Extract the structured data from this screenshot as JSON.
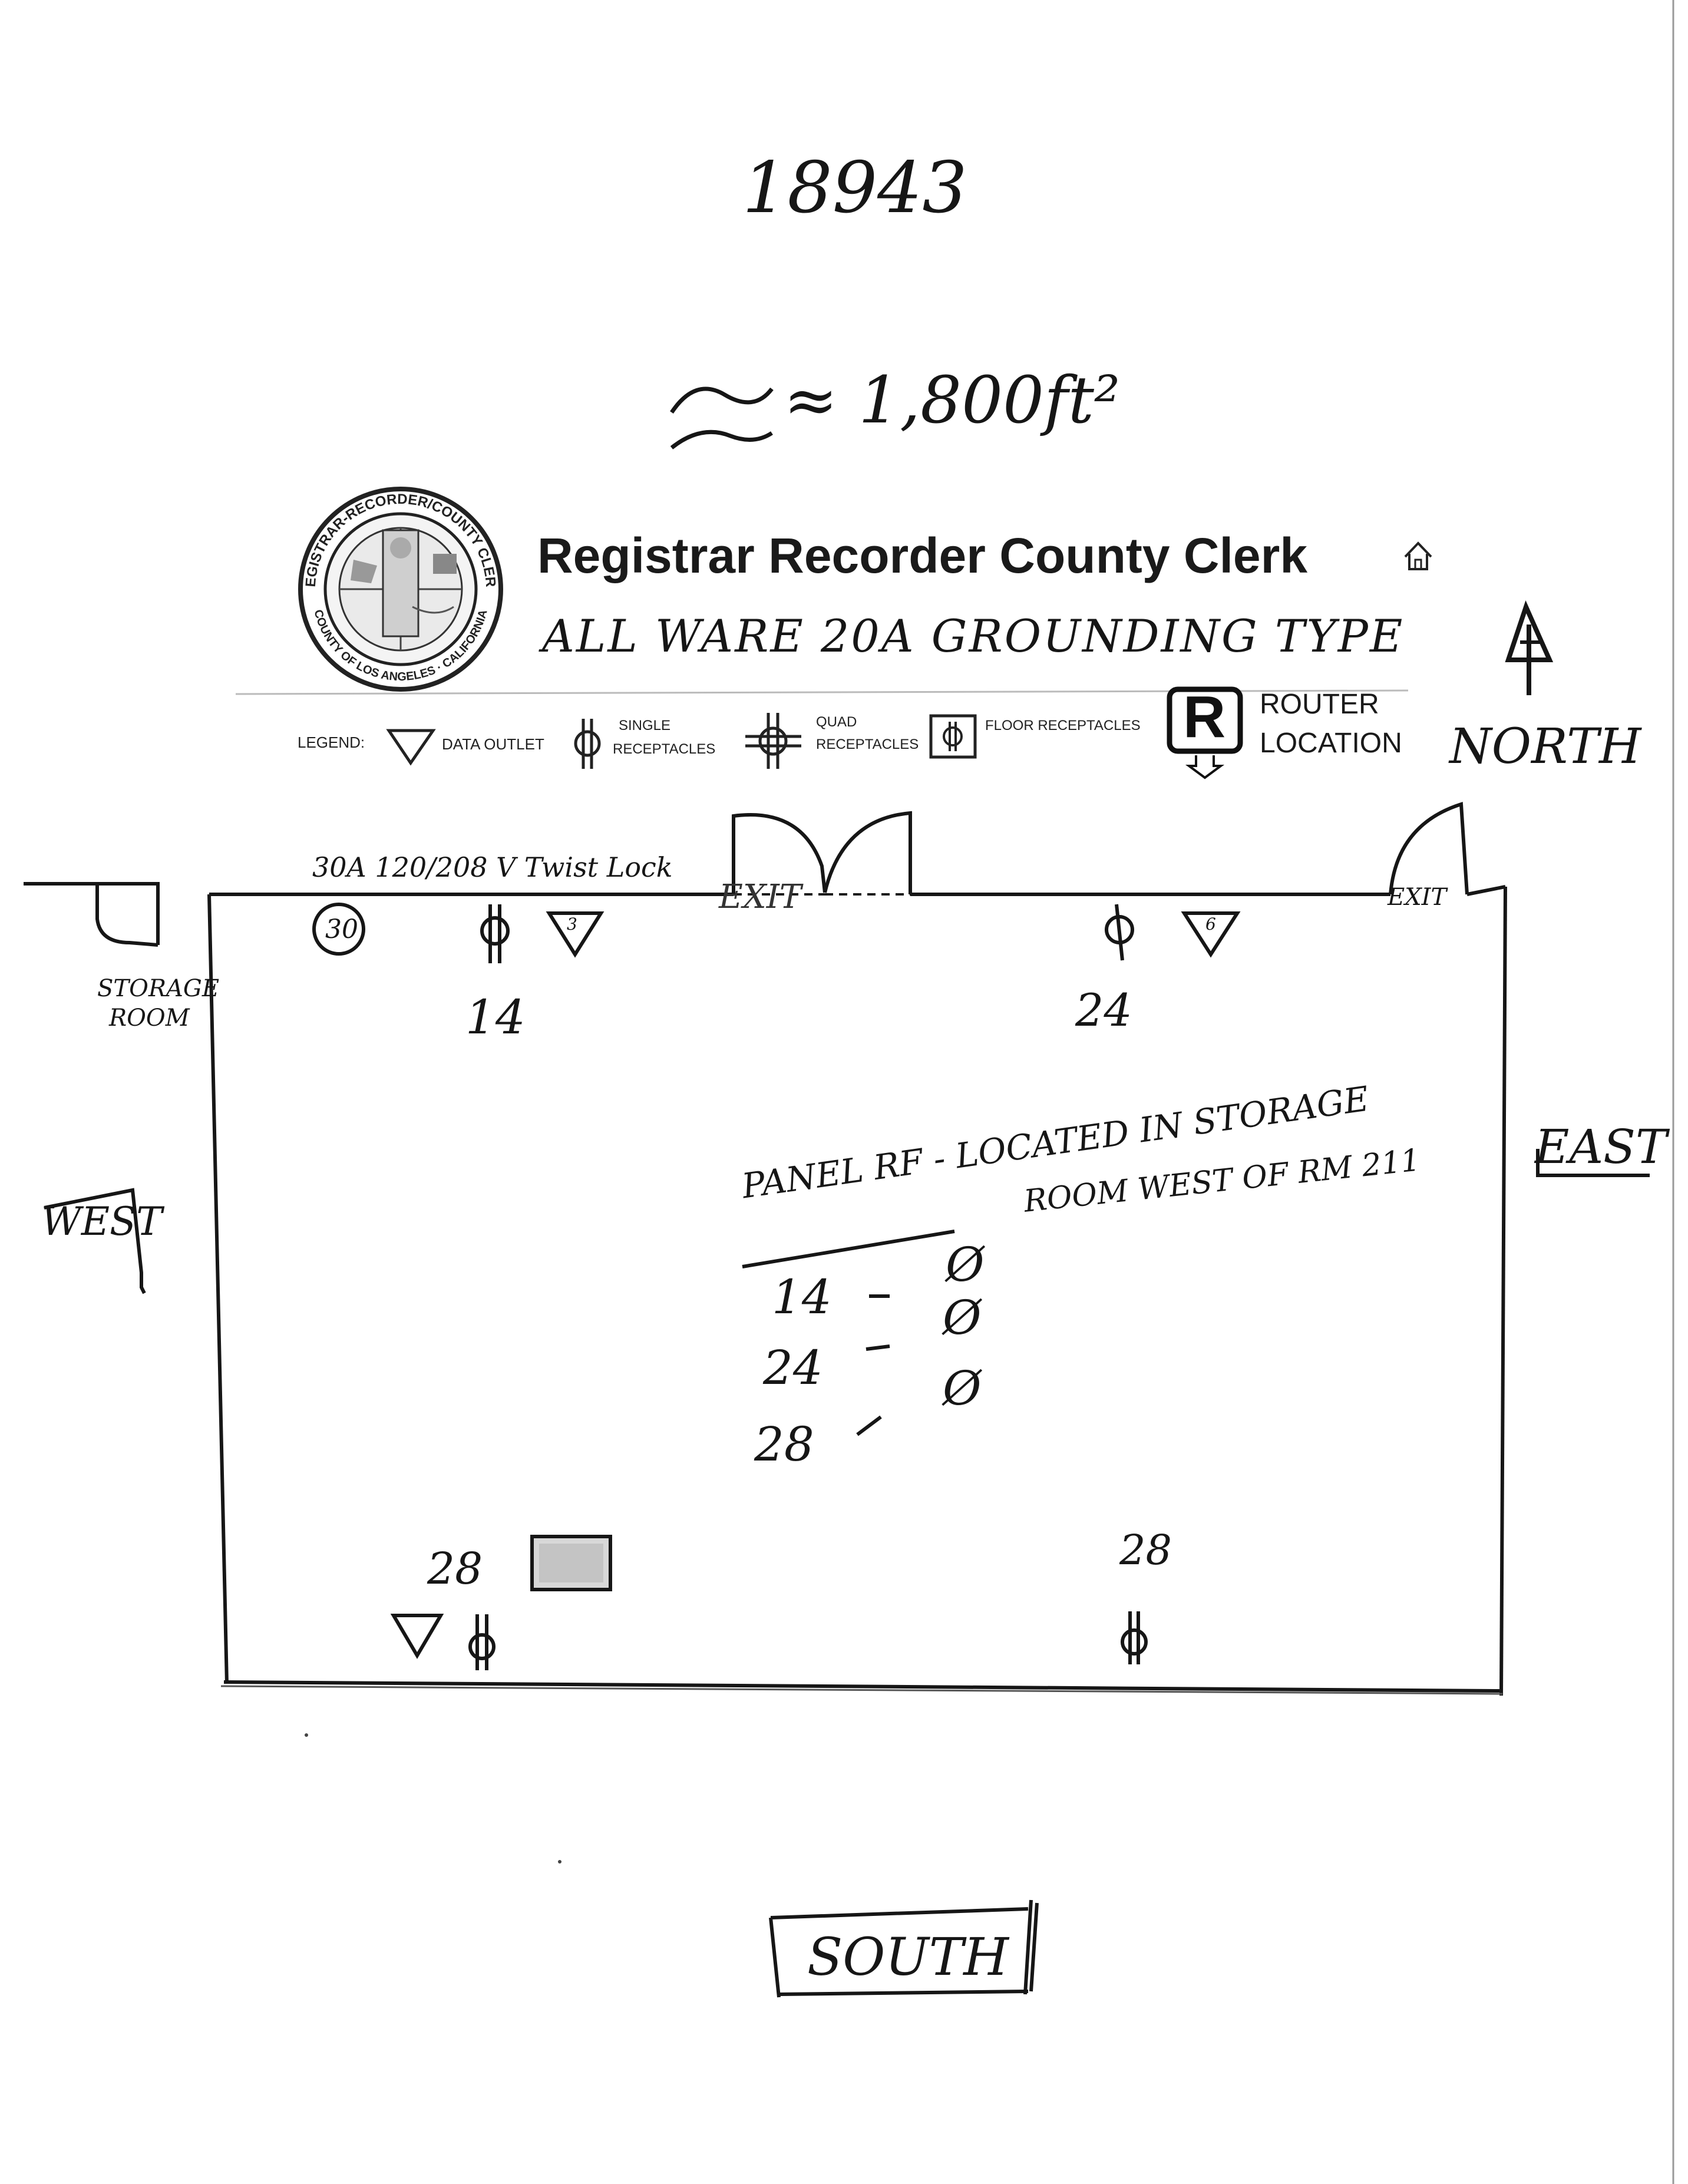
{
  "handwritten": {
    "job_number": "18943",
    "area": "≈ 1,800ft²",
    "receptacle_note": "ALL WARE 20A GROUNDING TYPE",
    "twist_lock_note": "30A 120/208 V Twist Lock",
    "north": "NORTH",
    "west": "WEST",
    "east": "EAST",
    "south": "SOUTH",
    "storage_room": [
      "STORAGE",
      "ROOM"
    ],
    "exit_main": "EXIT",
    "exit_east": "EXIT",
    "circuit_14": "14",
    "circuit_24": "24",
    "circuit_28_left": "28",
    "circuit_28_right": "28",
    "outlet_30": "30",
    "data_outlet_north_left": "3",
    "data_outlet_north_right": "6",
    "panel_note_line1": "PANEL RF - LOCATED IN STORAGE",
    "panel_note_line2": "ROOM WEST OF RM 211",
    "panel_rows": [
      {
        "circuit": "14",
        "phase": "Ø"
      },
      {
        "circuit": "24",
        "phase": "Ø"
      },
      {
        "circuit": "28",
        "phase": "Ø"
      }
    ]
  },
  "header": {
    "title": "Registrar Recorder County Clerk",
    "seal_text_top": "REGISTRAR-RECORDER/COUNTY CLERK",
    "seal_text_bottom": "COUNTY OF LOS ANGELES · CALIFORNIA"
  },
  "legend": {
    "label": "LEGEND:",
    "data_outlet": "DATA OUTLET",
    "single_line1": "SINGLE",
    "single_line2": "RECEPTACLES",
    "quad_line1": "QUAD",
    "quad_line2": "RECEPTACLES",
    "floor": "FLOOR RECEPTACLES",
    "router_symbol": "R",
    "router_line1": "ROUTER",
    "router_line2": "LOCATION"
  },
  "icons": {
    "home": "home-icon",
    "north_arrow": "north-arrow-icon"
  },
  "colors": {
    "ink": "#161616",
    "paper": "#ffffff"
  }
}
